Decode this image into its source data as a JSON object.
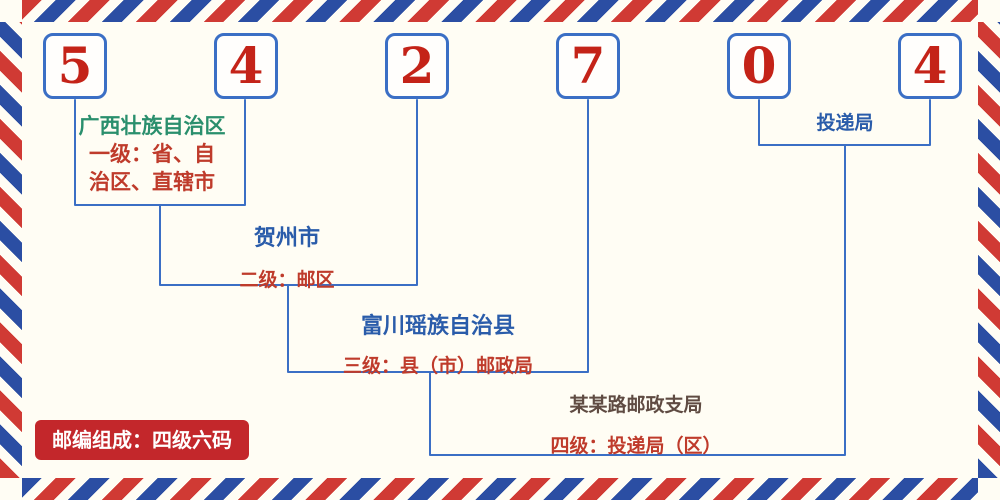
{
  "postal_code": {
    "digits": [
      "5",
      "4",
      "2",
      "7",
      "0",
      "4"
    ]
  },
  "annotations": {
    "level1": {
      "name": "广西壮族自治区",
      "desc_lines": [
        "一级：省、自",
        "治区、直辖市"
      ]
    },
    "level2": {
      "name": "贺州市",
      "desc": "二级：邮区"
    },
    "level3": {
      "name": "富川瑶族自治县",
      "desc": "三级：县（市）邮政局"
    },
    "level4": {
      "name": "某某路邮政支局",
      "desc": "四级：投递局（区）"
    },
    "delivery_office": {
      "name": "投递局"
    }
  },
  "badge": {
    "text": "邮编组成：四级六码"
  },
  "colors": {
    "digit_red": "#c42318",
    "box_border_blue": "#3b6fc5",
    "line_blue": "#3b6fc5",
    "teal_text": "#2a8f6d",
    "blue_text": "#2a5caa",
    "red_text": "#bf3b2b",
    "dark_text": "#5f4b42",
    "badge_bg": "#c3272b",
    "badge_text": "#ffffff",
    "background": "#fffdf4",
    "stripe_red": "#d03a34",
    "stripe_blue": "#2b4ea3"
  }
}
